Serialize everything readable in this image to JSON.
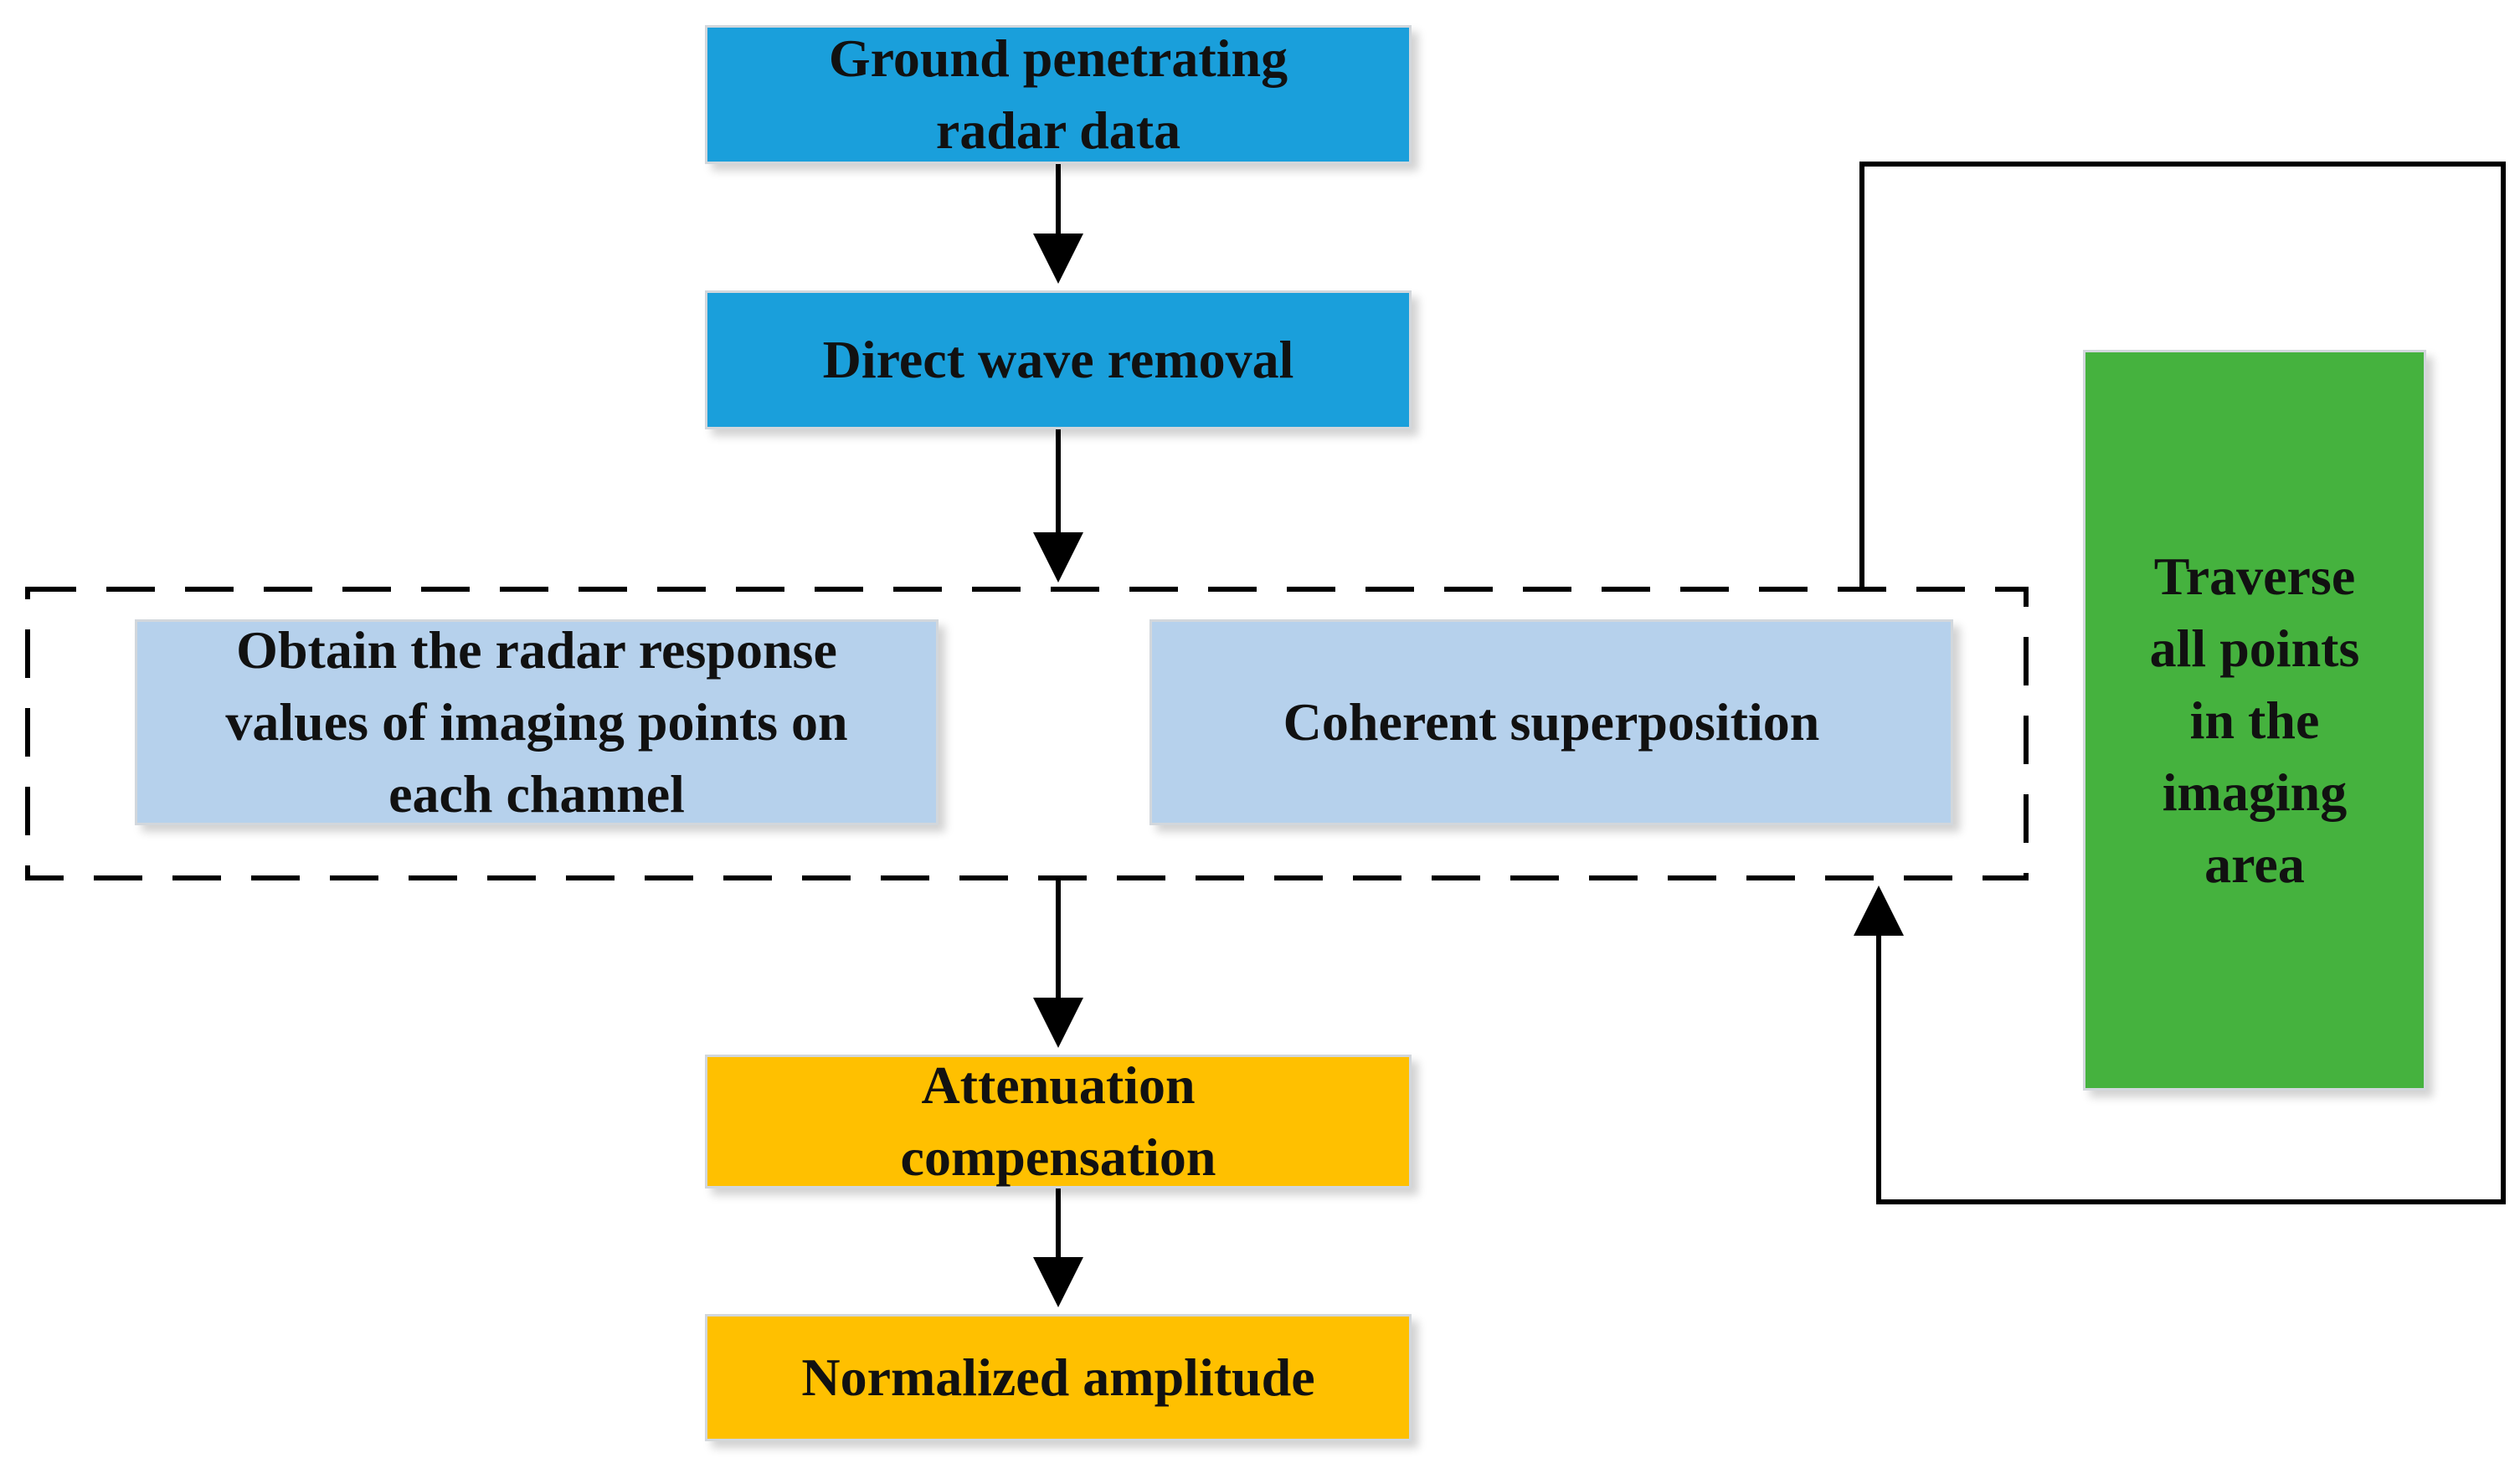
{
  "colors": {
    "blue": "#1a9fdb",
    "light_blue": "#b6d1ec",
    "orange": "#ffc000",
    "green": "#45b23e",
    "line": "#000000"
  },
  "nodes": {
    "ground_radar_data": "Ground penetrating\nradar data",
    "direct_wave_removal": "Direct wave removal",
    "obtain_response": "Obtain the radar response\nvalues of imaging points on\neach channel",
    "coherent_superposition": "Coherent superposition",
    "attenuation_compensation": "Attenuation\ncompensation",
    "normalized_amplitude": "Normalized amplitude",
    "traverse": "Traverse\nall points\nin the\nimaging\narea"
  }
}
